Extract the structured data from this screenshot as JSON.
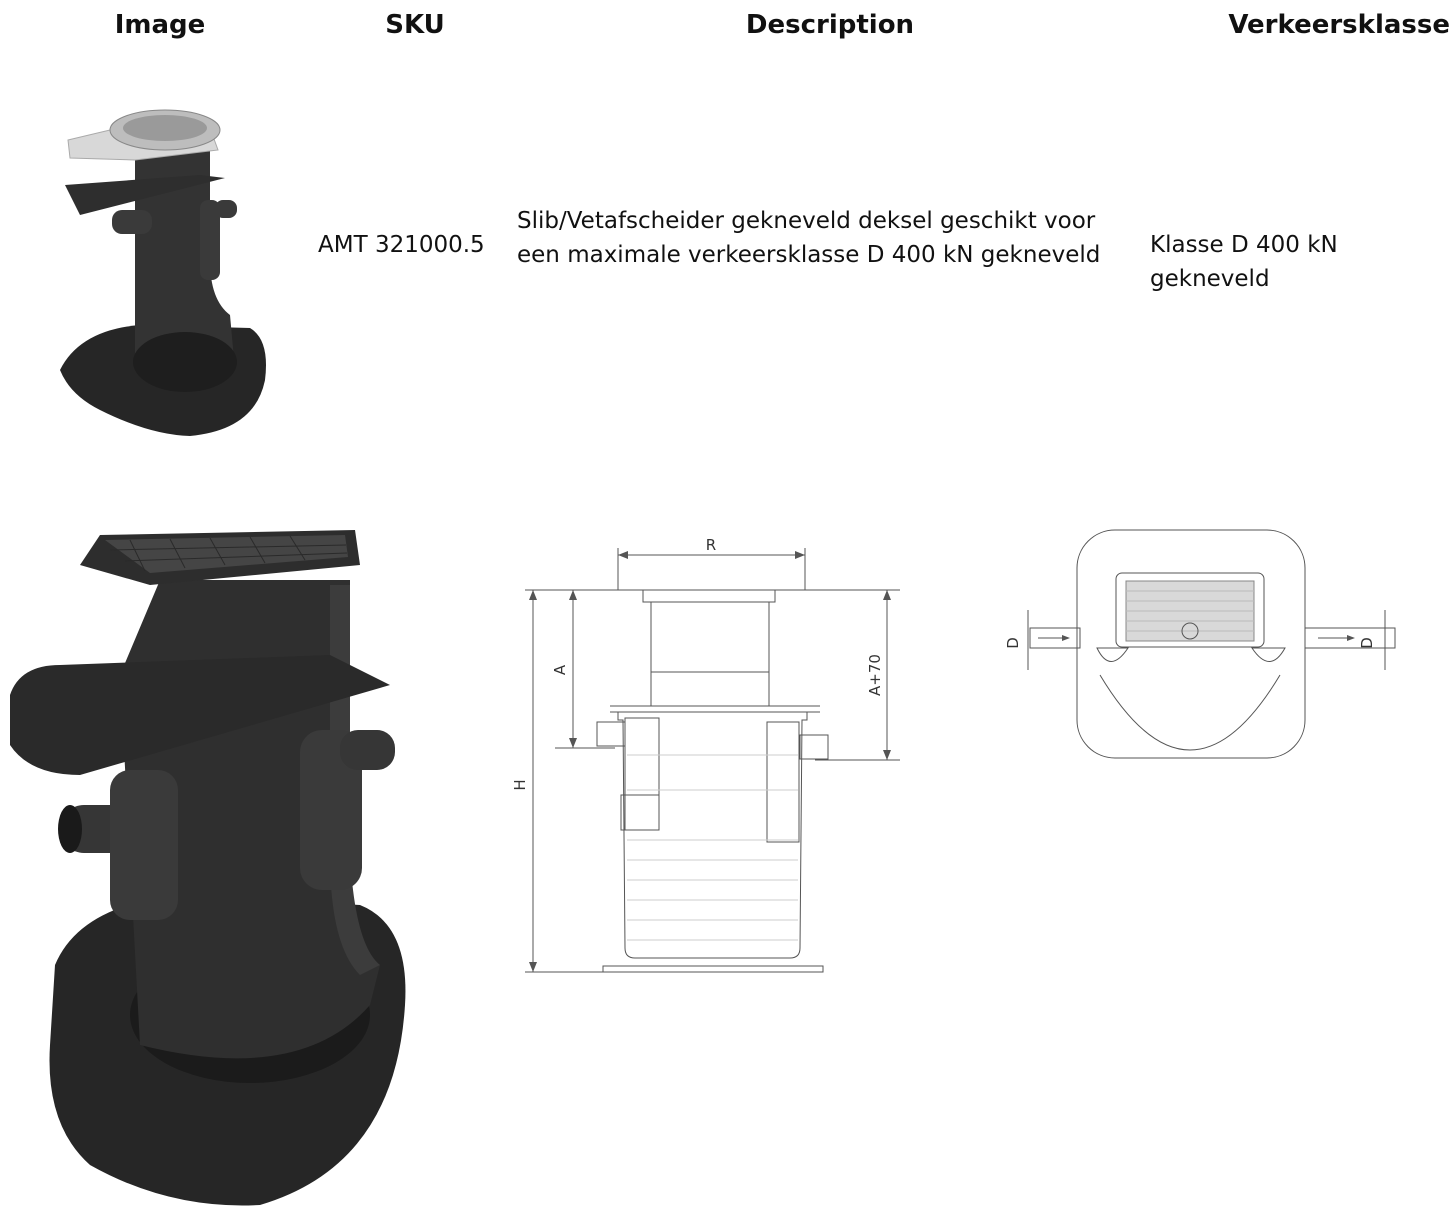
{
  "table": {
    "headers": {
      "image": "Image",
      "sku": "SKU",
      "description": "Description",
      "verkeersklasse": "Verkeersklasse"
    },
    "row": {
      "sku": "AMT 321000.5",
      "description": "Slib/Vetafscheider gekneveld deksel geschikt voor een maximale verkeersklasse D 400 kN gekneveld",
      "verkeersklasse": "Klasse D 400 kN gekneveld"
    }
  },
  "drawings": {
    "side": {
      "label_r": "R",
      "label_a": "A",
      "label_a70": "A+70",
      "label_h": "H"
    },
    "top": {
      "label_d_left": "D",
      "label_d_right": "D"
    }
  },
  "colors": {
    "product": "#2b2b2b",
    "product_light": "#4a4a4a",
    "line": "#555555"
  }
}
